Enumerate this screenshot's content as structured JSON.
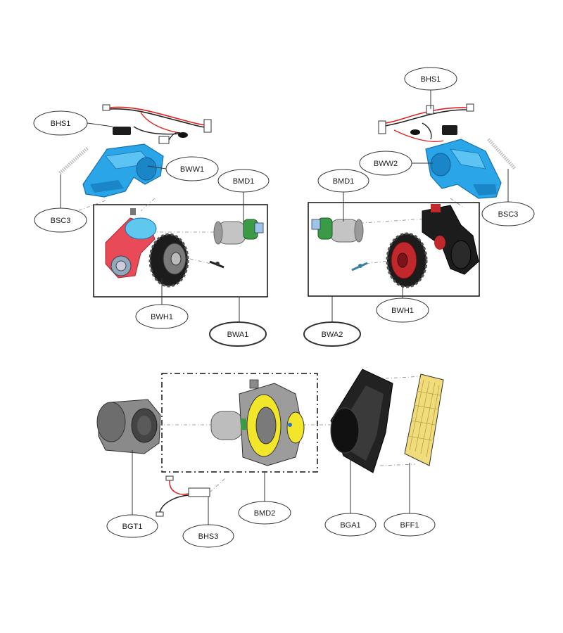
{
  "callouts": {
    "bhs1_left": "BHS1",
    "bww1": "BWW1",
    "bmd1_left": "BMD1",
    "bsc3_left": "BSC3",
    "bwh1_left": "BWH1",
    "bwa1": "BWA1",
    "bhs1_right": "BHS1",
    "bww2": "BWW2",
    "bmd1_right": "BMD1",
    "bsc3_right": "BSC3",
    "bwh1_right": "BWH1",
    "bwa2": "BWA2",
    "bgt1": "BGT1",
    "bhs3": "BHS3",
    "bmd2": "BMD2",
    "bga1": "BGA1",
    "bff1": "BFF1"
  },
  "colors": {
    "housing_blue": "#2aa6e8",
    "housing_blue_dark": "#1570b0",
    "gear_red": "#e84a57",
    "tire_black": "#1c1c1c",
    "rim_red": "#c0282c",
    "motor_grey": "#bfbfbf",
    "gear_green": "#3a9a46",
    "impeller_yellow": "#f2e62a",
    "filter_yellow": "#f0dc7a"
  }
}
